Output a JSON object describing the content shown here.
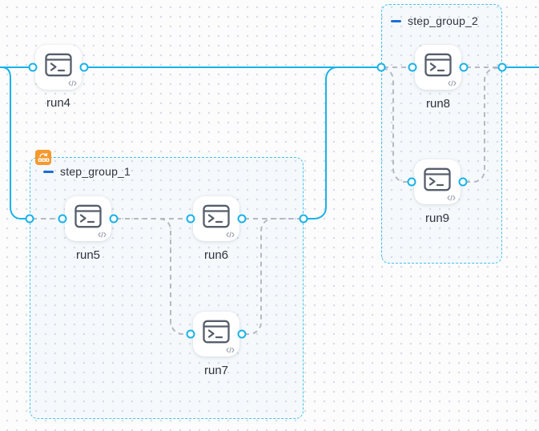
{
  "colors": {
    "accent": "#18b2e8",
    "group-border": "#41c3ef",
    "dash-gray": "#b4bac4",
    "badge-orange": "#f6982b",
    "minus-blue": "#1d6ed6",
    "text-dark": "#2e333d"
  },
  "groups": [
    {
      "label": "step_group_1",
      "badge_icon": "loop-batch-icon",
      "collapse_icon": "minus-collapse-icon"
    },
    {
      "label": "step_group_2",
      "collapse_icon": "minus-collapse-icon"
    }
  ],
  "nodes": [
    {
      "label": "run4",
      "icon": "terminal-icon",
      "badge": "code-icon"
    },
    {
      "label": "run5",
      "icon": "terminal-icon",
      "badge": "code-icon"
    },
    {
      "label": "run6",
      "icon": "terminal-icon",
      "badge": "code-icon"
    },
    {
      "label": "run7",
      "icon": "terminal-icon",
      "badge": "code-icon"
    },
    {
      "label": "run8",
      "icon": "terminal-icon",
      "badge": "code-icon"
    },
    {
      "label": "run9",
      "icon": "terminal-icon",
      "badge": "code-icon"
    }
  ]
}
